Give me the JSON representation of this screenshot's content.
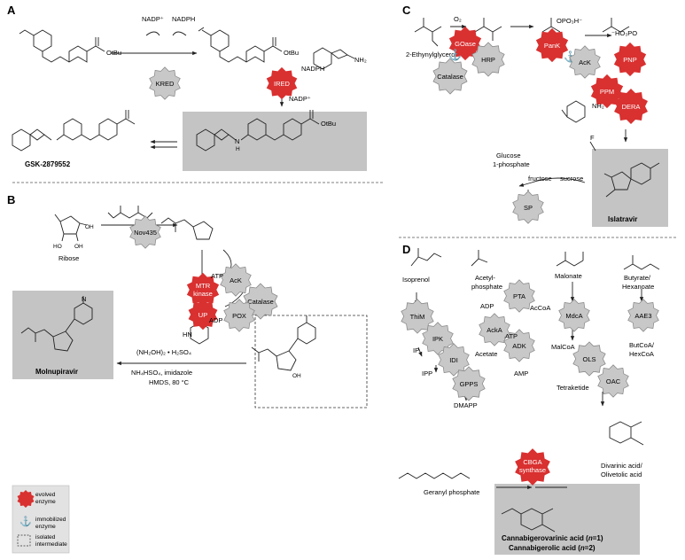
{
  "panels": {
    "a": {
      "letter": "A"
    },
    "b": {
      "letter": "B"
    },
    "c": {
      "letter": "C"
    },
    "d": {
      "letter": "D"
    }
  },
  "panel_a": {
    "enzymes": {
      "kred": "KRED",
      "ired": "IRED"
    },
    "cofactors": {
      "nadp_plus": "NADP⁺",
      "nadph": "NADPH",
      "nadph2": "NADPH",
      "nadp_plus2": "NADP⁺"
    },
    "group": "OtBu",
    "group2": "OtBu",
    "group3": "OtBu",
    "amine": "NH₂",
    "product": "GSK-2879552",
    "nh": "N",
    "h": "H"
  },
  "panel_b": {
    "ribose": "Ribose",
    "enzymes": {
      "nov435": "Nov435",
      "mtr_kinase_1": "MTR",
      "mtr_kinase_2": "kinase",
      "up": "UP",
      "ack": "AcK",
      "catalase": "Catalase",
      "pox": "POX"
    },
    "atp": "ATP",
    "adp": "ADP",
    "conditions": {
      "line1": "(NH₂OH)₂ • H₂SO₄",
      "line2": "NH₄HSO₄, imidazole",
      "line3": "HMDS, 80 °C"
    },
    "product": "Molnupiravir",
    "oh_labels": {
      "oh1": "OH",
      "oh2": "OH",
      "oh3": "OH",
      "ho": "HO",
      "n_oh": "N",
      "hn": "HN"
    }
  },
  "panel_c": {
    "substrate": "2-Ethynylglycerol",
    "o2": "O₂",
    "opo3": "OPO₃H⁻",
    "opo3_2": "⁻HO₃PO",
    "enzymes": {
      "goase": "GOase",
      "hrp": "HRP",
      "catalase": "Catalase",
      "pank": "PanK",
      "ack": "AcK",
      "pnp": "PNP",
      "ppm": "PPM",
      "dera": "DERA",
      "sp": "SP"
    },
    "glucose": "Glucose",
    "glucose2": "1-phosphate",
    "fructose": "fructose",
    "sucrose": "sucrose",
    "nh2": "NH₂",
    "f": "F",
    "product": "Islatravir"
  },
  "panel_d": {
    "isoprenol": "Isoprenol",
    "acetyl_phosphate_1": "Acetyl-",
    "acetyl_phosphate_2": "phosphate",
    "malonate": "Malonate",
    "butyrate_1": "Butyrate/",
    "butyrate_2": "Hexanoate",
    "enzymes": {
      "thim": "ThiM",
      "ipk": "IPK",
      "idi": "IDI",
      "gpps": "GPPS",
      "acka": "AckA",
      "adk": "ADK",
      "pta": "PTA",
      "mdca": "MdcA",
      "aae3": "AAE3",
      "ols": "OLS",
      "oac": "OAC",
      "cbga_1": "CBGA",
      "cbga_2": "synthase"
    },
    "ip": "IP",
    "ipp": "IPP",
    "dmapp": "DMAPP",
    "adp": "ADP",
    "atp": "ATP",
    "amp": "AMP",
    "acetate": "Acetate",
    "accoa": "AcCoA",
    "malcoa": "MalCoA",
    "butcoa_1": "ButCoA/",
    "butcoa_2": "HexCoA",
    "tetraketide": "Tetraketide",
    "geranyl": "Geranyl phosphate",
    "divarinic_1": "Divarinic acid/",
    "divarinic_2": "Olivetolic acid",
    "product_1": "Cannabigerovarinic acid (",
    "product_1_n": "n",
    "product_1_end": "=1)",
    "product_2": "Cannabigerolic acid (",
    "product_2_n": "n",
    "product_2_end": "=2)"
  },
  "legend": {
    "evolved_1": "evolved",
    "evolved_2": "enzyme",
    "immobilized_1": "immobilized",
    "immobilized_2": "enzyme",
    "isolated_1": "isolated",
    "isolated_2": "intermediate"
  },
  "colors": {
    "evolved": "#d93030",
    "wildtype": "#c8c8c8",
    "product_box": "#c4c4c4"
  }
}
